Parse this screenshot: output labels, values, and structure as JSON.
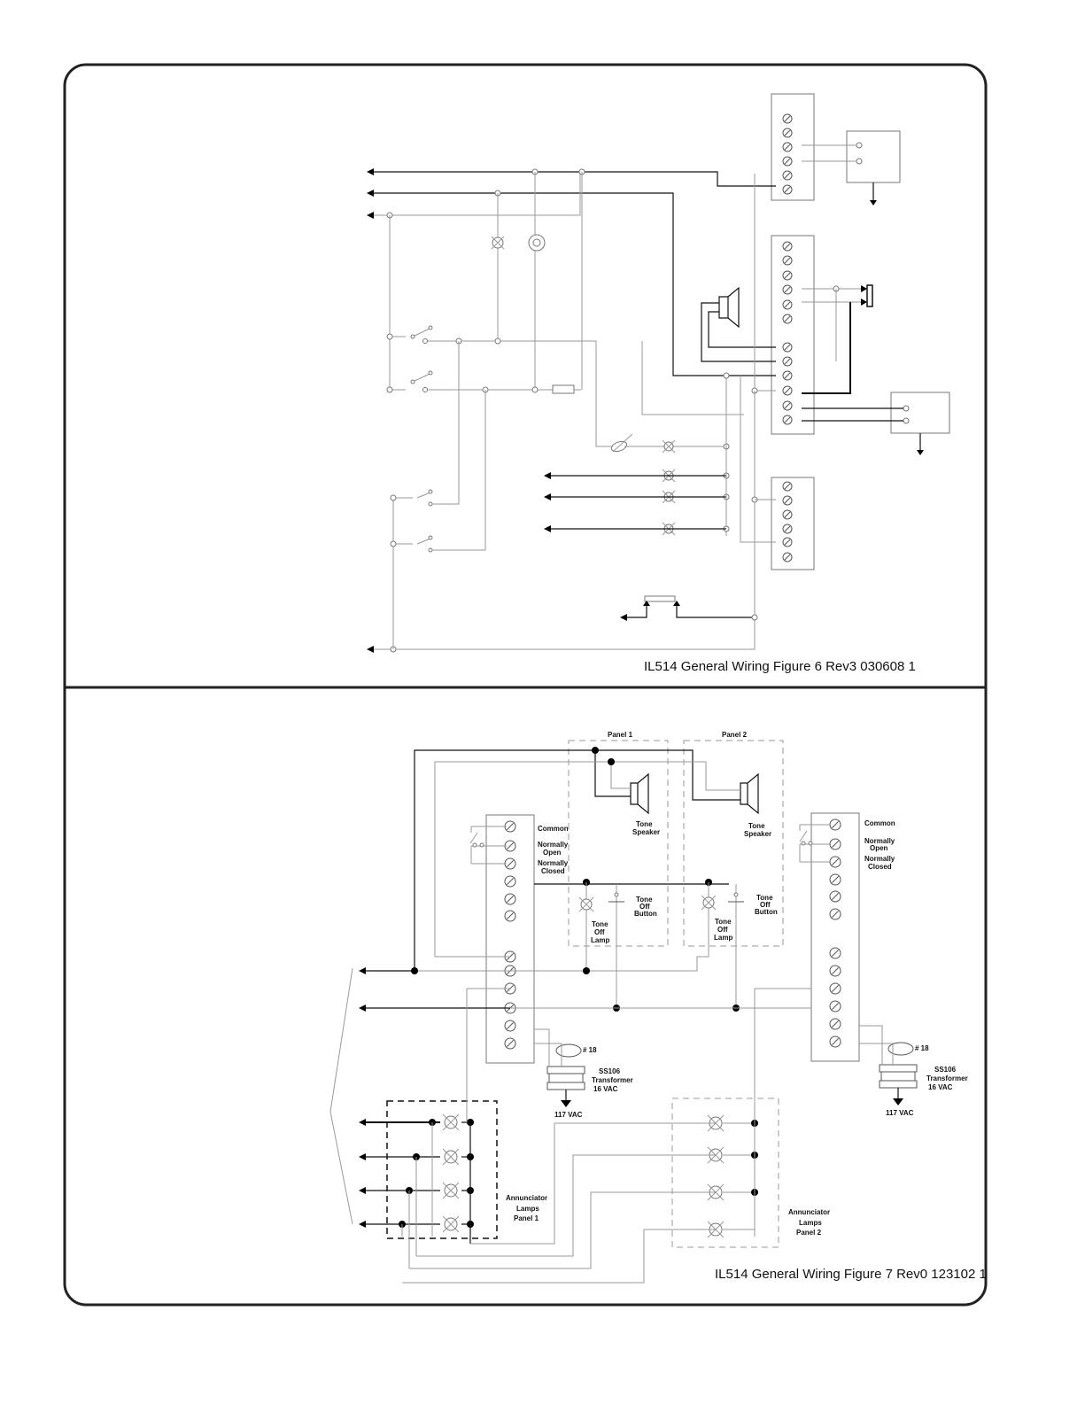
{
  "figure6": {
    "caption": "IL514 General Wiring Figure 6 Rev3 030608 1"
  },
  "figure7": {
    "caption": "IL514 General Wiring Figure 7 Rev0 123102 1",
    "panel1_label": "Panel 1",
    "panel2_label": "Panel 2",
    "tone_speaker": [
      "Tone",
      "Speaker"
    ],
    "tone_off_button": [
      "Tone",
      "Off",
      "Button"
    ],
    "tone_off_lamp": [
      "Tone",
      "Off",
      "Lamp"
    ],
    "relay_common": "Common",
    "relay_normally_open": [
      "Normally",
      "Open"
    ],
    "relay_normally_closed": [
      "Normally",
      "Closed"
    ],
    "wire_gauge": "# 18",
    "transformer": [
      "SS106",
      "Transformer",
      "16 VAC"
    ],
    "supply": "117 VAC",
    "annunciator_panel1": [
      "Annunciator",
      "Lamps",
      "Panel 1"
    ],
    "annunciator_panel2": [
      "Annunciator",
      "Lamps",
      "Panel 2"
    ]
  }
}
